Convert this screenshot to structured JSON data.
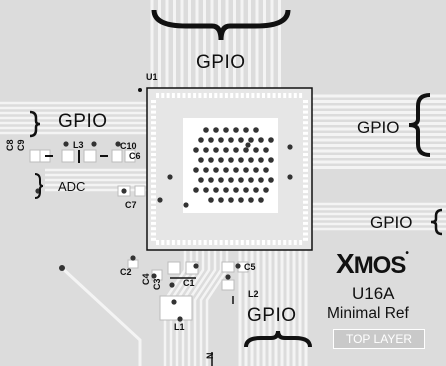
{
  "labels": {
    "gpio_top": "GPIO",
    "gpio_left": "GPIO",
    "gpio_right_upper": "GPIO",
    "gpio_right_lower": "GPIO",
    "gpio_bottom": "GPIO",
    "adc": "ADC"
  },
  "refdes": {
    "u1": "U1",
    "c8": "C8",
    "c9": "C9",
    "l3": "L3",
    "c10": "C10",
    "c6": "C6",
    "c7": "C7",
    "c2": "C2",
    "c4": "C4",
    "c1": "C1",
    "c3": "C3",
    "c5": "C5",
    "l1": "L1",
    "l2": "L2",
    "n_mark": "N"
  },
  "branding": {
    "logo": "XMOS",
    "logo_x": "X",
    "logo_rest": "MOS",
    "logo_mark": "•",
    "part": "U16A",
    "subtitle": "Minimal Ref",
    "layer": "TOP LAYER"
  },
  "colors": {
    "board": "#dcdcdc",
    "trace": "#f4f4f4",
    "pad": "#ffffff",
    "via": "#333333",
    "silk": "#111111"
  }
}
